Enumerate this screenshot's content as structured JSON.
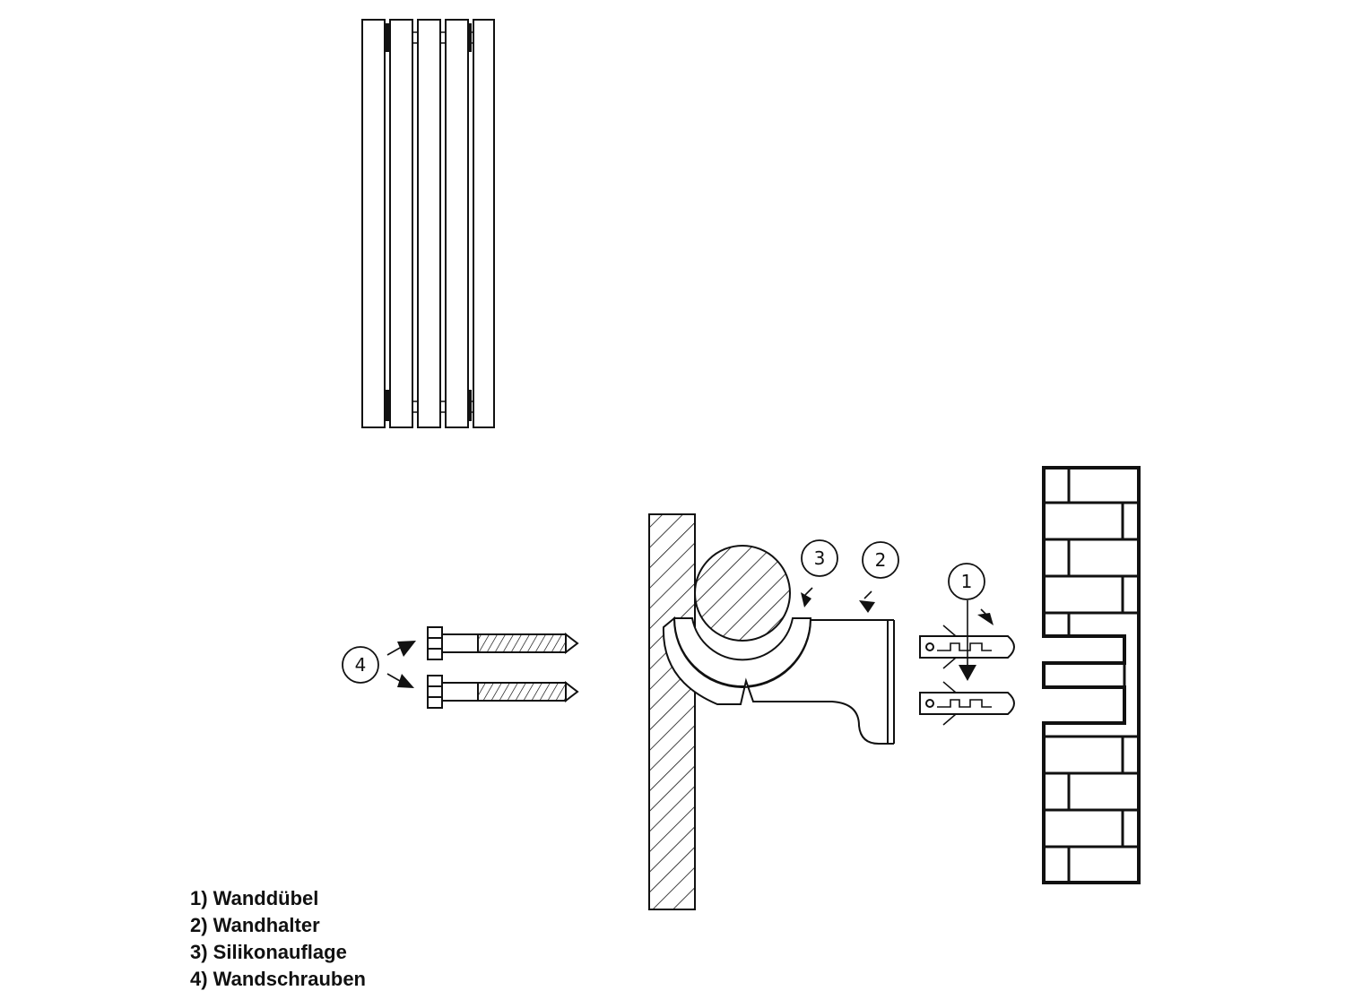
{
  "diagram": {
    "callouts": [
      {
        "id": "1",
        "label": "1"
      },
      {
        "id": "2",
        "label": "2"
      },
      {
        "id": "3",
        "label": "3"
      },
      {
        "id": "4",
        "label": "4"
      }
    ]
  },
  "legend": {
    "items": [
      {
        "label": "1) Wanddübel"
      },
      {
        "label": "2) Wandhalter"
      },
      {
        "label": "3) Silikonauflage"
      },
      {
        "label": "4) Wandschrauben"
      }
    ]
  },
  "colors": {
    "line": "#111111",
    "background": "#ffffff"
  }
}
